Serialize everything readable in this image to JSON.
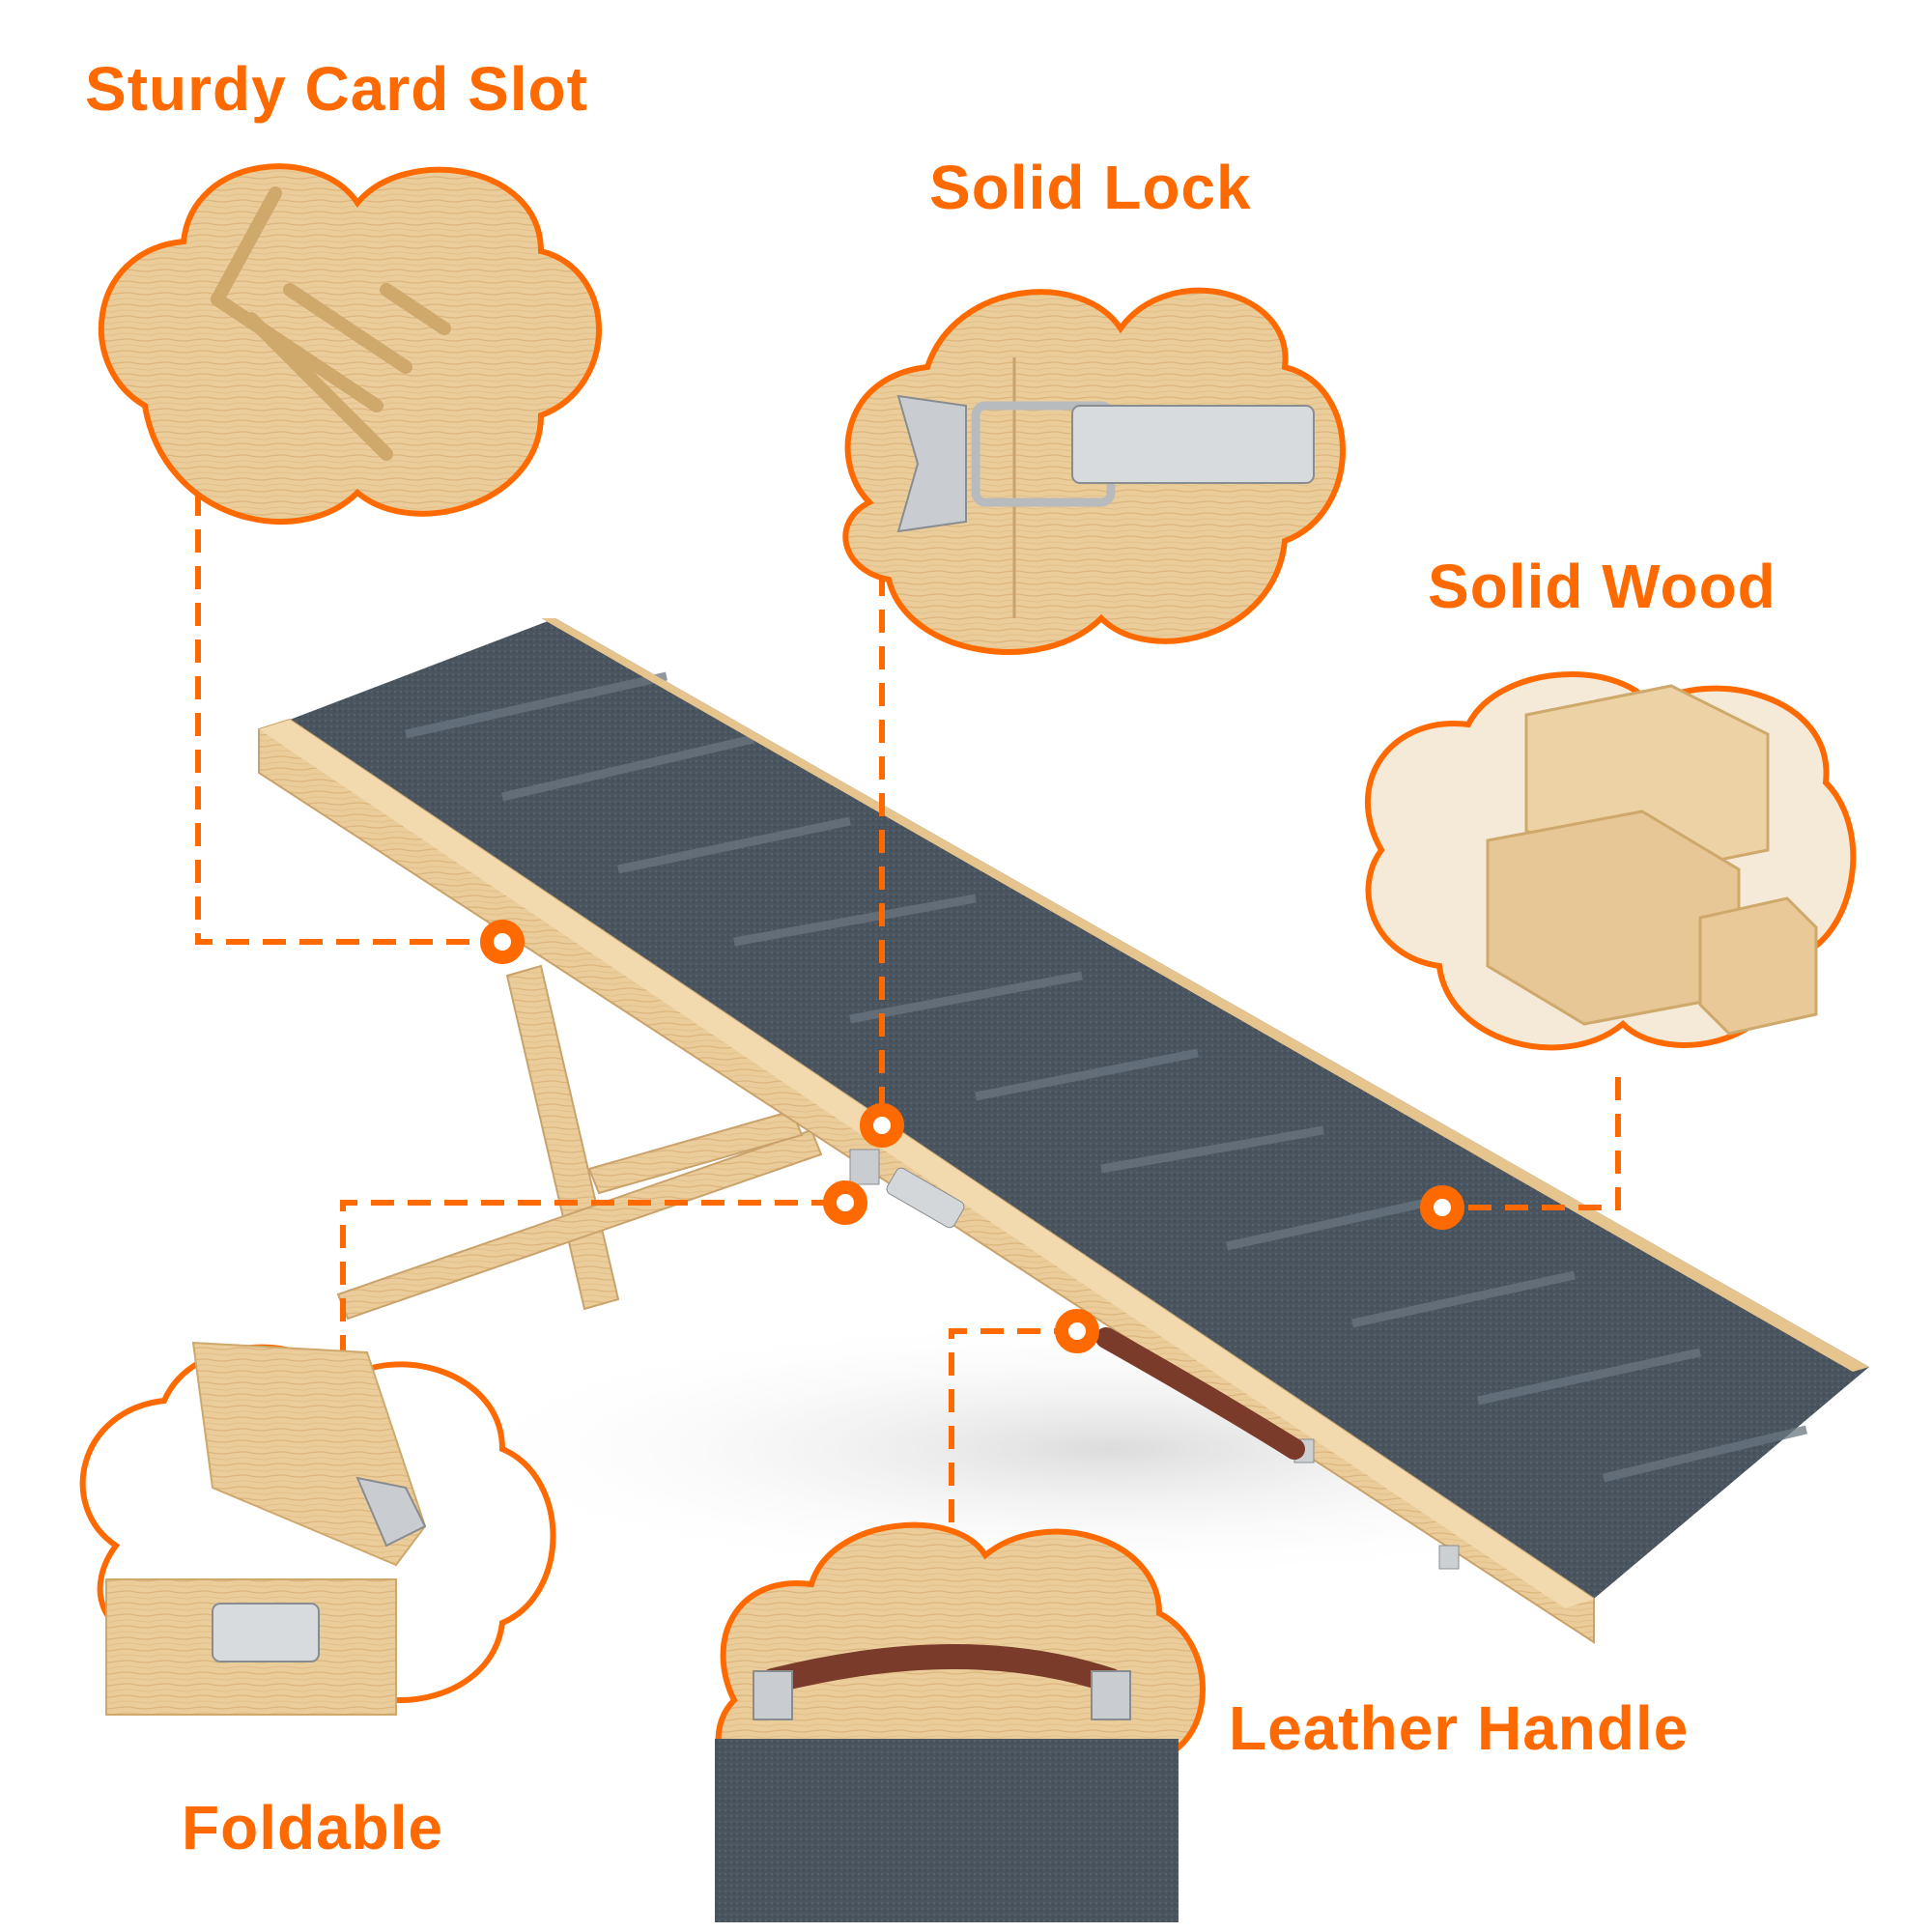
{
  "accent_color": "#ff6a00",
  "wood_color": "#e9c996",
  "carpet_color": "#4b5660",
  "features": [
    {
      "id": "card-slot",
      "label": "Sturdy Card Slot"
    },
    {
      "id": "lock",
      "label": "Solid Lock"
    },
    {
      "id": "wood",
      "label": "Solid Wood"
    },
    {
      "id": "foldable",
      "label": "Foldable"
    },
    {
      "id": "handle",
      "label": "Leather Handle"
    }
  ],
  "product": "Wooden dog ramp with grey carpet steps, foldable legs, latch locks and leather handle"
}
